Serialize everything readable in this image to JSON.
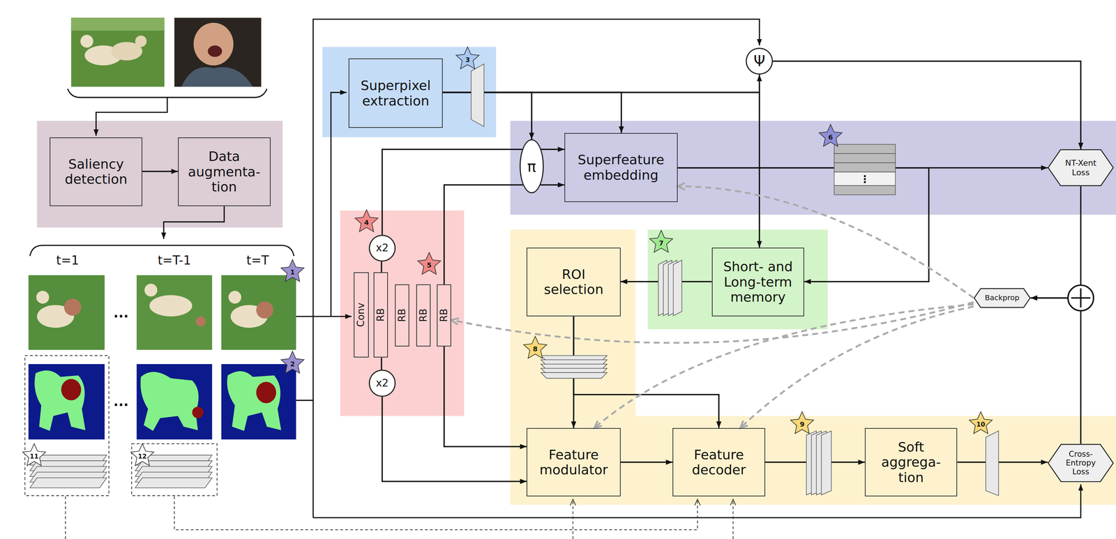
{
  "diagram": {
    "nodes": [
      {
        "text": [
          "Saliency detection"
        ]
      },
      {
        "text": [
          "Data augmenta- tion"
        ]
      },
      {
        "text": [
          "Superpixel extraction"
        ]
      },
      {
        "text": [
          "Superfeature embedding"
        ]
      },
      {
        "text": [
          "ROI selection"
        ]
      },
      {
        "text": [
          "Short- and Long-term memory"
        ]
      },
      {
        "text": [
          "Feature modulator"
        ]
      },
      {
        "text": [
          "Feature decoder"
        ]
      },
      {
        "text": [
          "Soft aggrega- tion"
        ]
      },
      {
        "text": [
          "NT-Xent Loss"
        ]
      },
      {
        "text": [
          "Cross- Entropy Loss"
        ]
      },
      {
        "text": [
          "Backprop"
        ]
      },
      {
        "text": [
          "Ψ"
        ]
      },
      {
        "text": [
          "π"
        ]
      },
      {
        "text": [
          "x2"
        ]
      },
      {
        "text": [
          "x2"
        ]
      },
      {
        "text": [
          "Conv"
        ]
      },
      {
        "text": [
          "RB"
        ]
      },
      {
        "text": [
          "RB"
        ]
      },
      {
        "text": [
          "RB"
        ]
      },
      {
        "text": [
          "RB"
        ]
      }
    ],
    "edges": [
      {
        "from": 0,
        "to": 1,
        "arrow": "to"
      },
      {
        "from": 2,
        "to": 13,
        "arrow": "to"
      },
      {
        "from": 2,
        "to": 3,
        "arrow": "to"
      },
      {
        "from": 2,
        "to": 12,
        "arrow": "to"
      },
      {
        "from": 2,
        "to": 5,
        "arrow": "to"
      },
      {
        "from": 14,
        "to": 13,
        "arrow": "none"
      },
      {
        "from": 20,
        "to": 13,
        "arrow": "none"
      },
      {
        "from": 13,
        "to": 3,
        "arrow": "to"
      },
      {
        "from": 13,
        "to": 3,
        "arrow": "to"
      },
      {
        "from": 17,
        "to": 14,
        "arrow": "none"
      },
      {
        "from": 17,
        "to": 15,
        "arrow": "none"
      },
      {
        "from": 15,
        "to": 6,
        "arrow": "to"
      },
      {
        "from": 20,
        "to": 6,
        "arrow": "to"
      },
      {
        "from": 3,
        "to": 9,
        "arrow": "to"
      },
      {
        "from": 3,
        "to": 5,
        "arrow": "to"
      },
      {
        "from": 12,
        "to": 9,
        "arrow": "to"
      },
      {
        "from": 5,
        "to": 4,
        "arrow": "to"
      },
      {
        "from": 4,
        "to": 6,
        "arrow": "to"
      },
      {
        "from": 4,
        "to": 7,
        "arrow": "to"
      },
      {
        "from": 6,
        "to": 7,
        "arrow": "to"
      },
      {
        "from": 7,
        "to": 8,
        "arrow": "to"
      },
      {
        "from": 8,
        "to": 10,
        "arrow": "to"
      },
      {
        "from": 9,
        "to": 11,
        "arrow": "to"
      },
      {
        "from": 10,
        "to": 11,
        "arrow": "to"
      },
      {
        "from": 11,
        "to": 3,
        "arrow": "to"
      },
      {
        "from": 11,
        "to": 20,
        "arrow": "to"
      },
      {
        "from": 11,
        "to": 6,
        "arrow": "to"
      },
      {
        "from": 11,
        "to": 7,
        "arrow": "to"
      }
    ],
    "labels": [
      "t=1",
      "t=T-1",
      "t=T",
      "...",
      "...",
      "⋮",
      "1",
      "2",
      "3",
      "4",
      "5",
      "6",
      "7",
      "8",
      "9",
      "10",
      "11",
      "12"
    ]
  }
}
